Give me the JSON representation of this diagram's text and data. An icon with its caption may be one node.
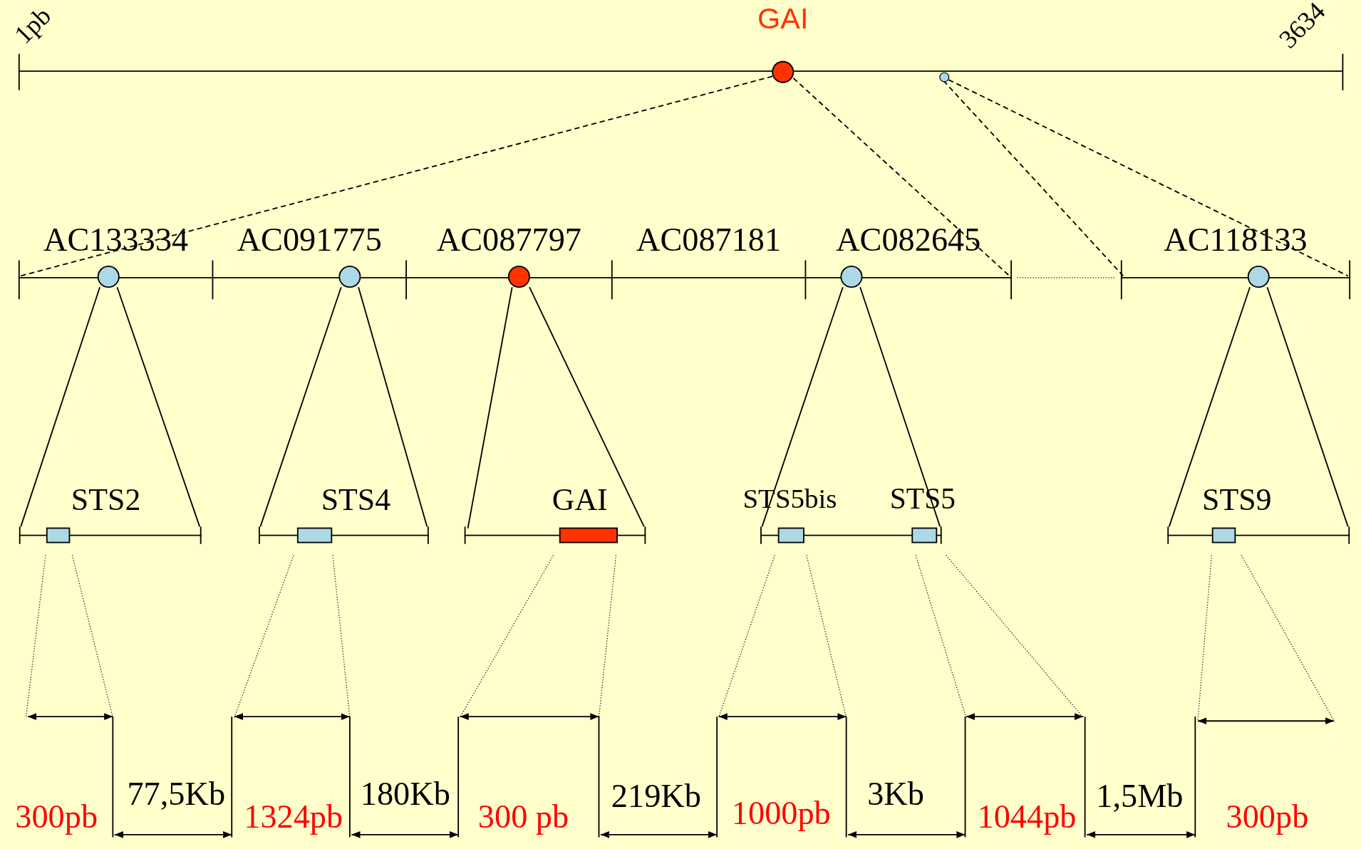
{
  "diagram": {
    "nodes": [
      {
        "text": [
          "GAI"
        ]
      },
      {
        "text": [],
        "shape": "circle"
      },
      {
        "text": [
          "AC133334"
        ]
      },
      {
        "text": [
          "AC091775"
        ]
      },
      {
        "text": [
          "AC087797"
        ]
      },
      {
        "text": [
          "AC087181"
        ]
      },
      {
        "text": [
          "AC082645"
        ]
      },
      {
        "text": [
          "AC118133"
        ]
      },
      {
        "text": [
          "STS2"
        ]
      },
      {
        "text": [
          "STS4"
        ]
      },
      {
        "text": [
          "GAI"
        ]
      },
      {
        "text": [
          "STS5bis"
        ]
      },
      {
        "text": [
          "STS5"
        ]
      },
      {
        "text": [
          "STS9"
        ]
      }
    ],
    "edges": [
      {
        "from": 0,
        "to": 2,
        "arrow": "none",
        "style": "dashed"
      },
      {
        "from": 0,
        "to": 6,
        "arrow": "none",
        "style": "dashed"
      },
      {
        "from": 1,
        "to": 7,
        "arrow": "none",
        "style": "dashed"
      },
      {
        "from": 1,
        "to": 7,
        "arrow": "none",
        "style": "dashed"
      },
      {
        "from": 2,
        "to": 8,
        "arrow": "none"
      },
      {
        "from": 2,
        "to": 8,
        "arrow": "none"
      },
      {
        "from": 3,
        "to": 9,
        "arrow": "none"
      },
      {
        "from": 3,
        "to": 9,
        "arrow": "none"
      },
      {
        "from": 4,
        "to": 10,
        "arrow": "none"
      },
      {
        "from": 4,
        "to": 10,
        "arrow": "none"
      },
      {
        "from": 6,
        "to": 11,
        "arrow": "none"
      },
      {
        "from": 6,
        "to": 12,
        "arrow": "none"
      },
      {
        "from": 7,
        "to": 13,
        "arrow": "none"
      },
      {
        "from": 7,
        "to": 13,
        "arrow": "none"
      }
    ],
    "labels": [
      "1pb",
      "3634",
      "300pb",
      "77,5Kb",
      "1324pb",
      "180Kb",
      "300 pb",
      "219Kb",
      "1000pb",
      "3Kb",
      "1044pb",
      "1,5Mb",
      "300pb"
    ]
  }
}
